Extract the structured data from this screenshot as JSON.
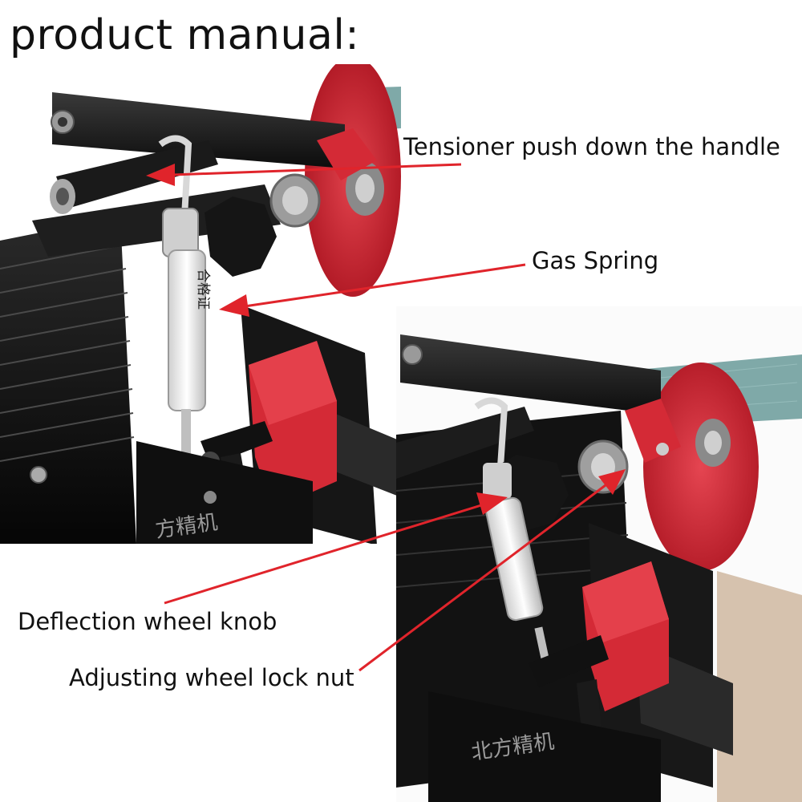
{
  "title": "product manual:",
  "callouts": {
    "tensioner": "Tensioner push down the handle",
    "gas_spring": "Gas Spring",
    "deflection_knob": "Deflection wheel knob",
    "lock_nut": "Adjusting wheel lock nut"
  },
  "photo_text": {
    "gas_spring_cert": "合格证",
    "machine_left": "方精机",
    "machine_right": "北方精机"
  },
  "colors": {
    "arrow": "#e0242b",
    "anodized_red": "#d42a36",
    "aluminum_black": "#161616",
    "belt": "#7fa9a8"
  }
}
